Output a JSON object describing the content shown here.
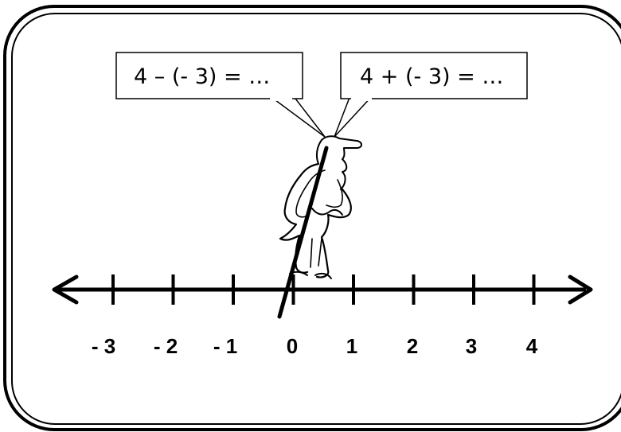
{
  "speech_bubbles": {
    "left_equation": "4 – (- 3) = …",
    "right_equation": "4 + (- 3) = …"
  },
  "number_line": {
    "min": -3,
    "max": 4,
    "tick_labels": [
      "- 3",
      "- 2",
      "- 1",
      "0",
      "1",
      "2",
      "3",
      "4"
    ]
  },
  "colors": {
    "ink": "#000000",
    "background": "#ffffff"
  }
}
